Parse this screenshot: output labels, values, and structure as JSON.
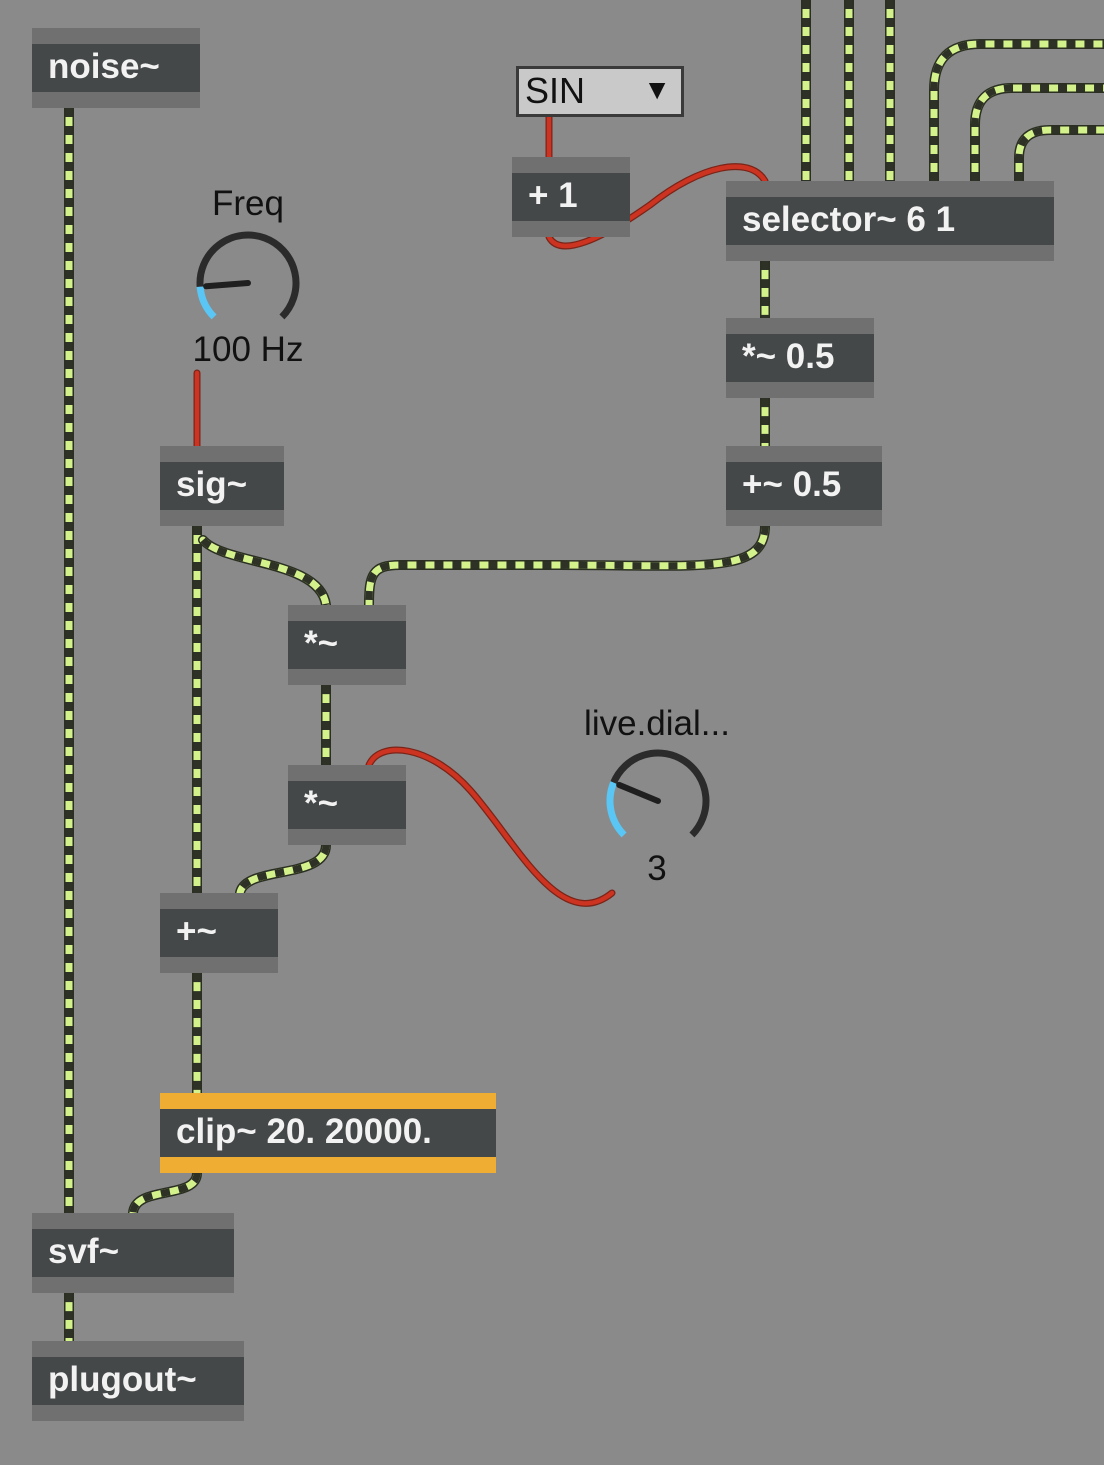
{
  "objects": {
    "noise": "noise~",
    "plus1": "+ 1",
    "selector": "selector~ 6 1",
    "mul05": "*~ 0.5",
    "add05": "+~ 0.5",
    "sig": "sig~",
    "mul1": "*~",
    "mul2": "*~",
    "add": "+~",
    "clip": "clip~ 20. 20000.",
    "svf": "svf~",
    "plugout": "plugout~"
  },
  "umenu": {
    "value": "SIN",
    "arrow": "▼"
  },
  "freq_dial": {
    "label": "Freq",
    "value_text": "100 Hz",
    "level": 0.15
  },
  "live_dial": {
    "label": "live.dial...",
    "value_text": "3",
    "level": 0.25
  },
  "colors": {
    "background": "#8a8a8a",
    "object_fill": "#454849",
    "object_frame": "#707070",
    "selected_frame": "#f0ad34",
    "signal_cord": "#d4f28c",
    "signal_dash": "#2e3226",
    "control_cord": "#cc3320",
    "inlet": "#f1a7a1",
    "outlet": "#d6e07a",
    "dial_arc": "#2b2b2b",
    "dial_value": "#59c6f5"
  }
}
